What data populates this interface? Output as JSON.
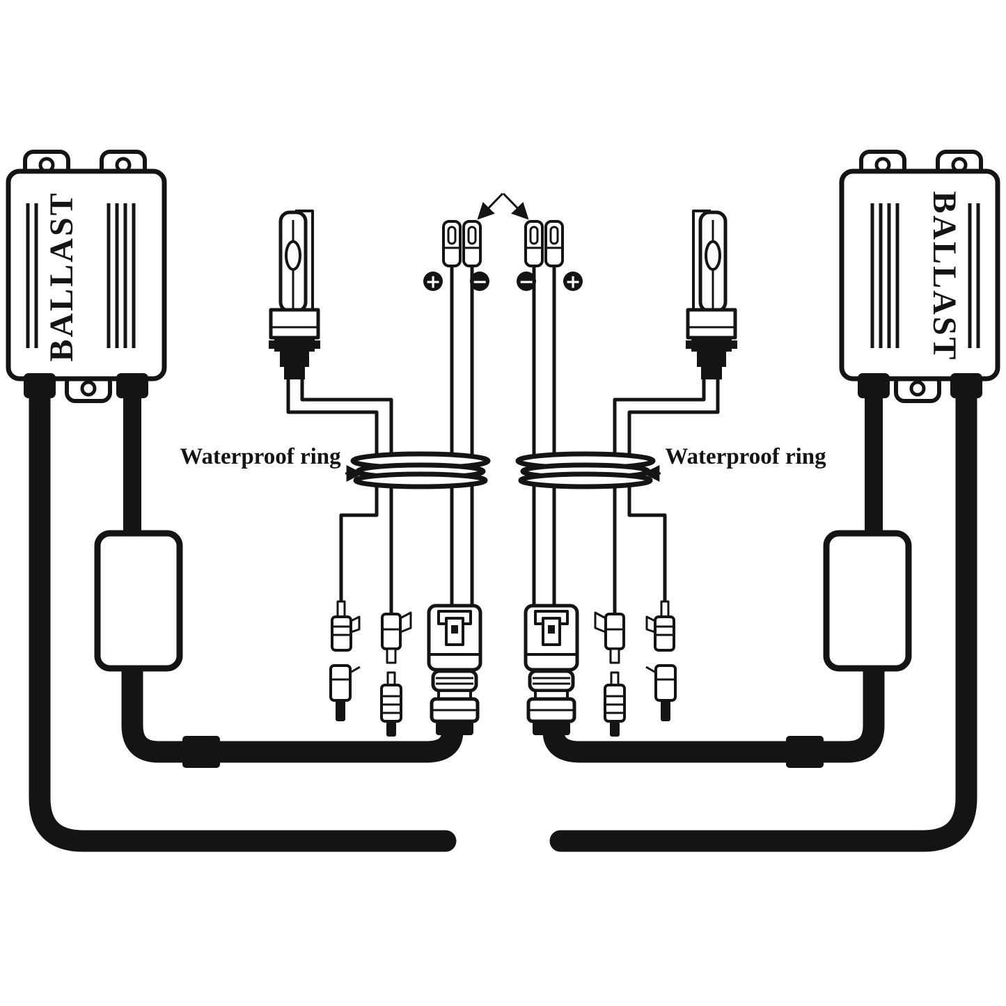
{
  "diagram": {
    "left_kit": {
      "ballast_label": "BALLAST",
      "waterproof_ring_label": "Waterproof ring",
      "polarity_left": "+",
      "polarity_right": "−"
    },
    "right_kit": {
      "ballast_label": "BALLAST",
      "waterproof_ring_label": "Waterproof ring",
      "polarity_left": "−",
      "polarity_right": "+"
    },
    "colors": {
      "ink": "#141414",
      "paper": "#ffffff"
    }
  }
}
